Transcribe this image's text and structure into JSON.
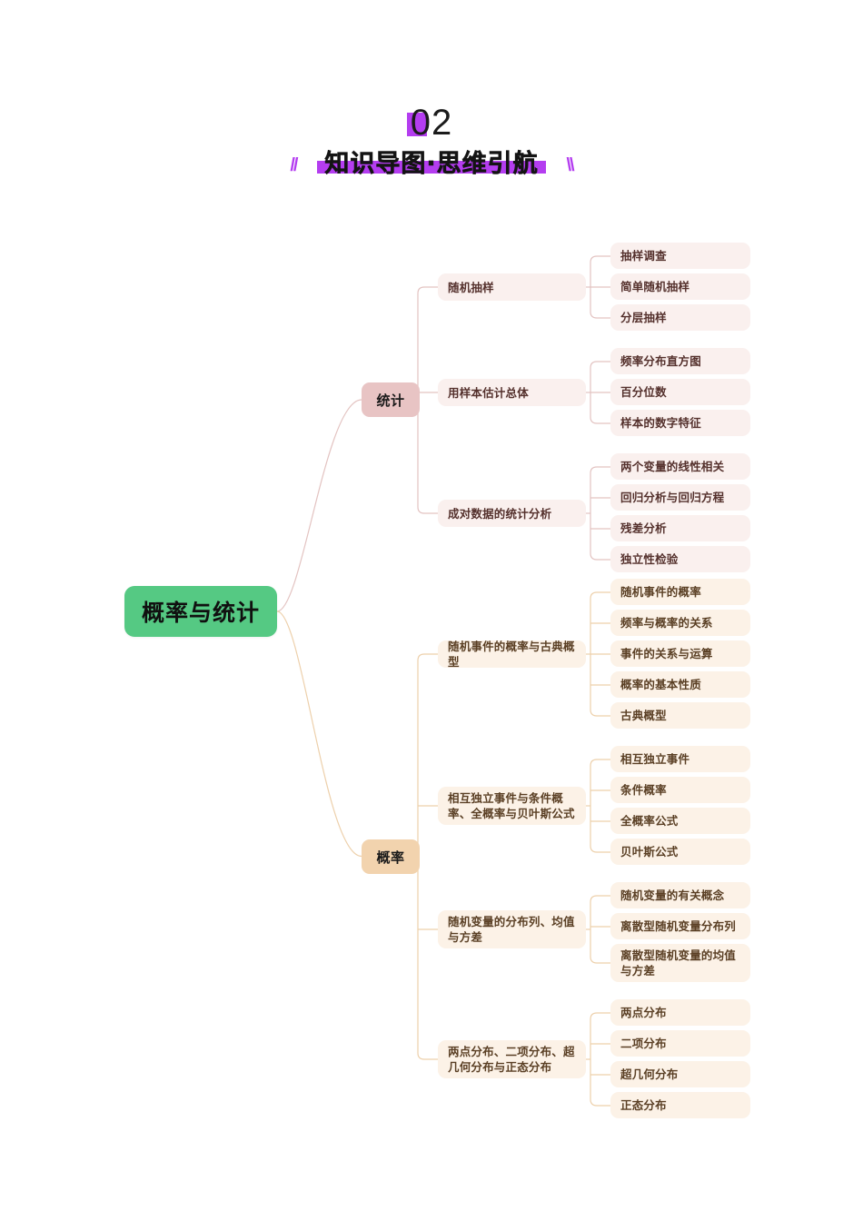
{
  "header": {
    "number": "02",
    "title": "知识导图·思维引航",
    "slash_left": "//",
    "slash_right": "\\\\",
    "accent_color": "#b43df0"
  },
  "colors": {
    "root_bg": "#55c983",
    "stat_branch_bg": "#e8c4c4",
    "prob_branch_bg": "#f2d3ae",
    "stat_node_bg": "#faf0ee",
    "prob_node_bg": "#fcf2e7",
    "stat_link": "#e3c3c1",
    "prob_link": "#edd0ab"
  },
  "mindmap": {
    "root": {
      "label": "概率与统计"
    },
    "branches": [
      {
        "label": "统计",
        "theme": "stat",
        "children": [
          {
            "label": "随机抽样",
            "leaves": [
              "抽样调查",
              "简单随机抽样",
              "分层抽样"
            ]
          },
          {
            "label": "用样本估计总体",
            "leaves": [
              "频率分布直方图",
              "百分位数",
              "样本的数字特征"
            ]
          },
          {
            "label": "成对数据的统计分析",
            "leaves": [
              "两个变量的线性相关",
              "回归分析与回归方程",
              "残差分析",
              "独立性检验"
            ]
          }
        ]
      },
      {
        "label": "概率",
        "theme": "prob",
        "children": [
          {
            "label": "随机事件的概率与古典概型",
            "leaves": [
              "随机事件的概率",
              "频率与概率的关系",
              "事件的关系与运算",
              "概率的基本性质",
              "古典概型"
            ]
          },
          {
            "label": "相互独立事件与条件概率、全概率与贝叶斯公式",
            "leaves": [
              "相互独立事件",
              "条件概率",
              "全概率公式",
              "贝叶斯公式"
            ]
          },
          {
            "label": "随机变量的分布列、均值与方差",
            "leaves": [
              "随机变量的有关概念",
              "离散型随机变量分布列",
              "离散型随机变量的均值与方差"
            ]
          },
          {
            "label": "两点分布、二项分布、超几何分布与正态分布",
            "leaves": [
              "两点分布",
              "二项分布",
              "超几何分布",
              "正态分布"
            ]
          }
        ]
      }
    ]
  }
}
